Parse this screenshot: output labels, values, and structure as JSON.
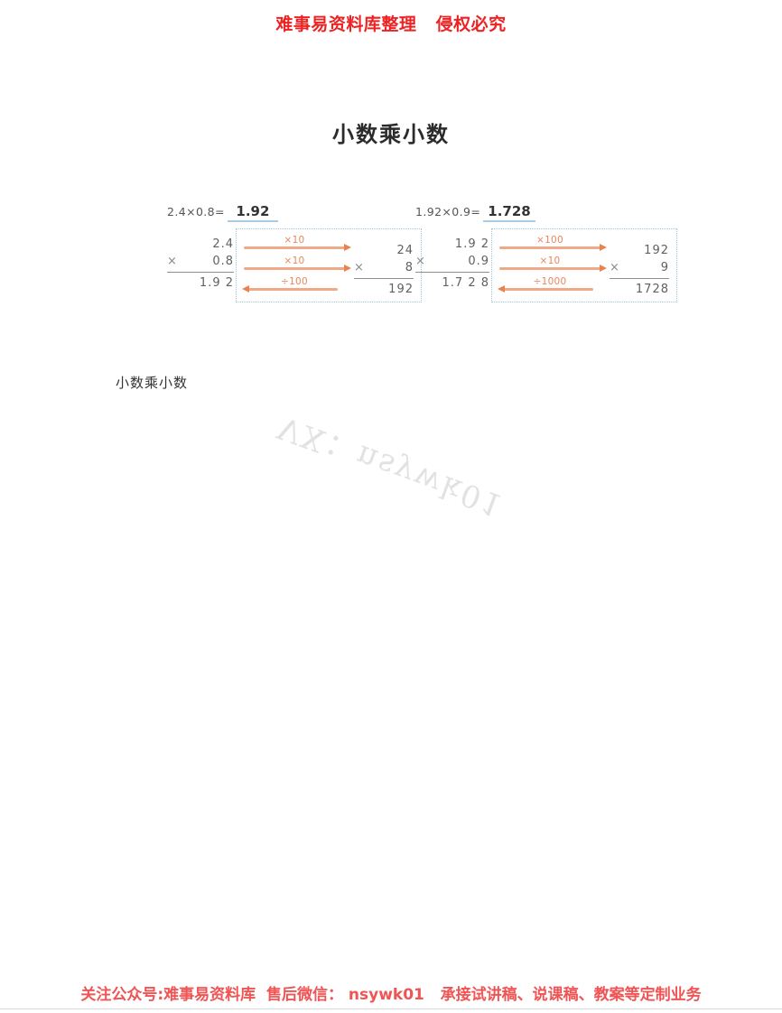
{
  "header": {
    "banner_text": "难事易资料库整理   侵权必究",
    "color": "#ee2222"
  },
  "slide": {
    "title": "小数乘小数"
  },
  "body": {
    "paragraph": "小数乘小数"
  },
  "watermark": {
    "text": "VX：nsywk01",
    "color": "#e2e2e2"
  },
  "footer": {
    "banner_text": "关注公众号:难事易资料库  售后微信： nsywk01   承接试讲稿、说课稿、教案等定制业务",
    "color": "#f05454"
  },
  "examples": [
    {
      "id": "example-left",
      "equation": "2.4×0.8=",
      "answer": "1.92",
      "decimal_calc": {
        "factor1": "2.4",
        "operator": "×",
        "factor2": "0.8",
        "product": "1.9 2"
      },
      "arrows": [
        {
          "label": "×10",
          "direction": "right"
        },
        {
          "label": "×10",
          "direction": "right"
        },
        {
          "label": "÷100",
          "direction": "left"
        }
      ],
      "integer_calc": {
        "factor1": "24",
        "operator": "×",
        "factor2": "8",
        "product": "192"
      }
    },
    {
      "id": "example-right",
      "equation": "1.92×0.9=",
      "answer": "1.728",
      "decimal_calc": {
        "factor1": "1.9 2",
        "operator": "×",
        "factor2": "0.9",
        "product": "1.7 2 8"
      },
      "arrows": [
        {
          "label": "×100",
          "direction": "right"
        },
        {
          "label": "×10",
          "direction": "right"
        },
        {
          "label": "÷1000",
          "direction": "left"
        }
      ],
      "integer_calc": {
        "factor1": "192",
        "operator": "×",
        "factor2": "9",
        "product": "1728"
      }
    }
  ]
}
